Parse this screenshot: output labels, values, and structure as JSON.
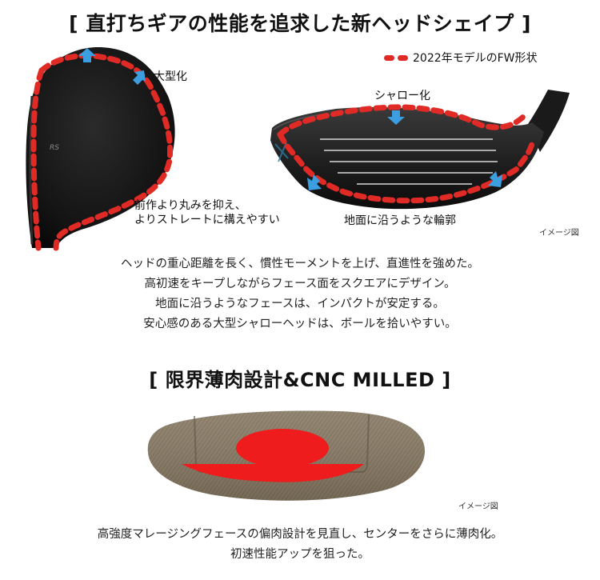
{
  "section1": {
    "title": "[ 直打ちギアの性能を追求した新ヘッドシェイプ ]",
    "legend": {
      "label": "2022年モデルのFW形状",
      "color": "#e02a25"
    },
    "left_image": {
      "brand_mark": "RS",
      "callout_top": "大型化",
      "callout_bottom": [
        "前作より丸みを抑え、",
        "よりストレートに構えやすい"
      ]
    },
    "right_image": {
      "callout_top": "シャロー化",
      "callout_bottom": "地面に沿うような輪郭",
      "caption": "イメージ図"
    },
    "description": [
      "ヘッドの重心距離を長く、慣性モーメントを上げ、直進性を強めた。",
      "高初速をキープしながらフェース面をスクエアにデザイン。",
      "地面に沿うようなフェースは、インパクトが安定する。",
      "安心感のある大型シャローヘッドは、ボールを拾いやすい。"
    ]
  },
  "section2": {
    "title": "[ 限界薄肉設計&CNC MILLED ]",
    "caption": "イメージ図",
    "description": [
      "高強度マレージングフェースの偏肉設計を見直し、センターをさらに薄肉化。",
      "初速性能アップを狙った。"
    ]
  },
  "colors": {
    "dash_red": "#e02a25",
    "arrow_blue": "#3a9ee0",
    "head_black": "#141414",
    "face_bronze": "#8a7c66",
    "thin_red": "#ee1c1c"
  }
}
